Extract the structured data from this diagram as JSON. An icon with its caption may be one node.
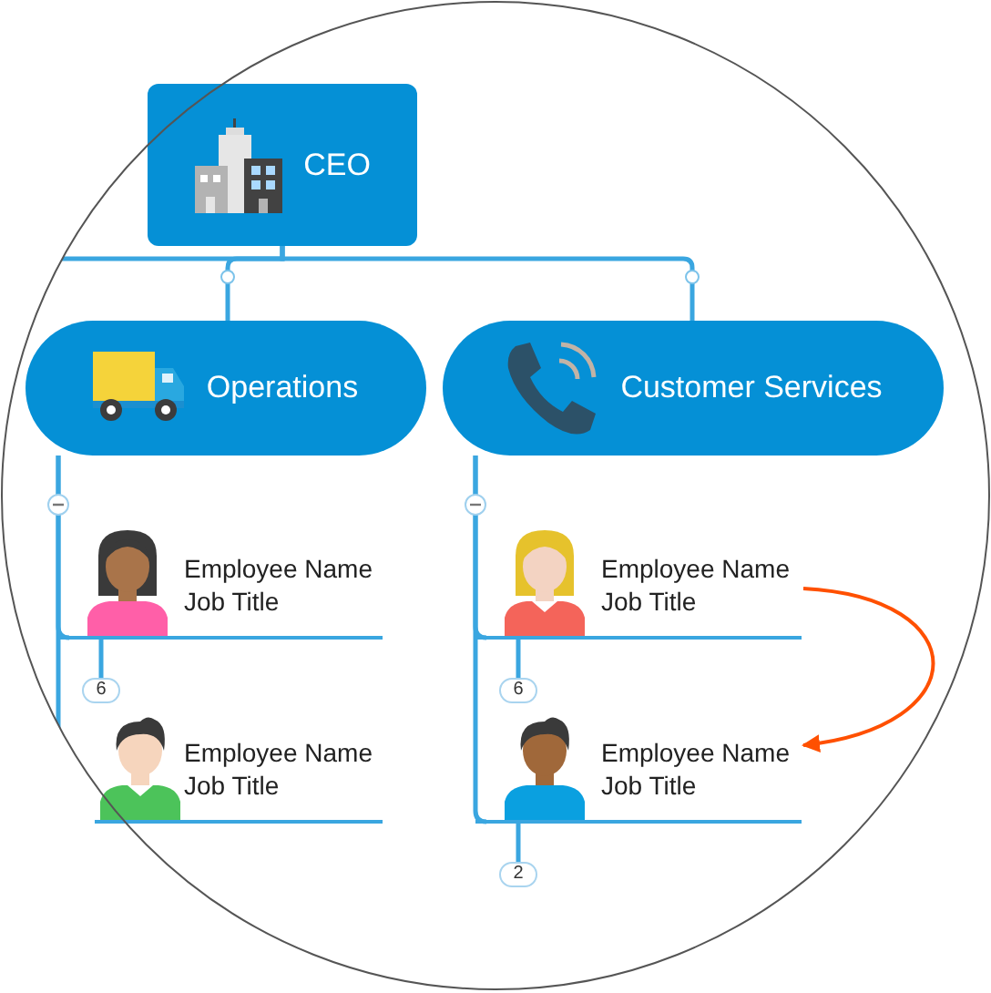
{
  "diagram": {
    "nodes": [
      {
        "text": [
          "CEO"
        ]
      },
      {
        "text": [
          "Operations"
        ]
      },
      {
        "text": [
          "Customer Services"
        ]
      },
      {
        "text": [
          "Employee Name",
          "Job Title"
        ]
      },
      {
        "text": [
          "Employee Name",
          "Job Title"
        ]
      },
      {
        "text": [
          "Employee Name",
          "Job Title"
        ]
      },
      {
        "text": [
          "Employee Name",
          "Job Title"
        ]
      },
      {
        "text": [
          "6"
        ]
      },
      {
        "text": [
          "6"
        ]
      },
      {
        "text": [
          "2"
        ]
      }
    ],
    "edges": [
      {
        "from": 0,
        "to": null,
        "arrow": "none"
      },
      {
        "from": 0,
        "to": 1,
        "arrow": "none"
      },
      {
        "from": 0,
        "to": 2,
        "arrow": "none"
      },
      {
        "from": 1,
        "to": 3,
        "arrow": "none"
      },
      {
        "from": 1,
        "to": 4,
        "arrow": "none"
      },
      {
        "from": 2,
        "to": 5,
        "arrow": "none"
      },
      {
        "from": 2,
        "to": 6,
        "arrow": "none"
      },
      {
        "from": 3,
        "to": 7,
        "arrow": "none"
      },
      {
        "from": 5,
        "to": 8,
        "arrow": "none"
      },
      {
        "from": 6,
        "to": 9,
        "arrow": "none"
      },
      {
        "from": 5,
        "to": 6,
        "arrow": "to",
        "color": "#ff5000"
      }
    ]
  }
}
